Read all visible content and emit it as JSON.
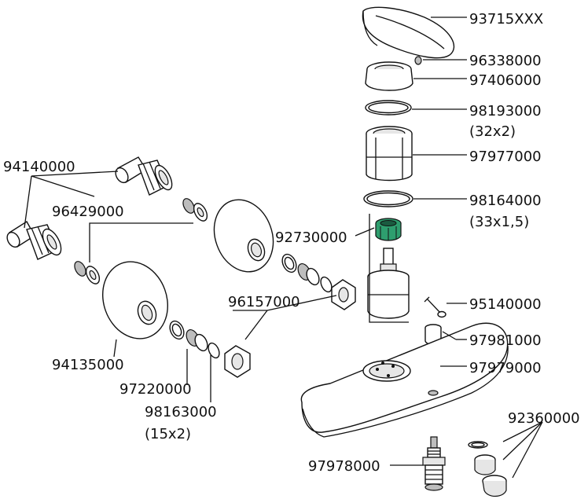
{
  "parts": {
    "p93715xxx": "93715XXX",
    "p96338000": "96338000",
    "p97406000": "97406000",
    "p98193000": "98193000",
    "p98193000_size": "(32x2)",
    "p97977000": "97977000",
    "p98164000": "98164000",
    "p98164000_size": "(33x1,5)",
    "p92730000": "92730000",
    "p95140000": "95140000",
    "p97981000": "97981000",
    "p97979000": "97979000",
    "p92360000": "92360000",
    "p97978000": "97978000",
    "p94140000": "94140000",
    "p96429000": "96429000",
    "p96157000": "96157000",
    "p94135000": "94135000",
    "p97220000": "97220000",
    "p98163000": "98163000",
    "p98163000_size": "(15x2)"
  },
  "colors": {
    "line": "#111111",
    "cartridge_ring": "#2e9e6e"
  }
}
